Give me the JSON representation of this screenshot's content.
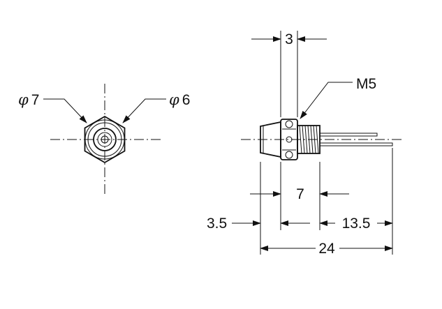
{
  "front_view": {
    "outer_diameter_symbol": "φ",
    "outer_diameter_value": "7",
    "inner_diameter_symbol": "φ",
    "inner_diameter_value": "6"
  },
  "side_view": {
    "thread_label": "M5",
    "dim_nut_thickness": "3",
    "dim_thread_length": "7",
    "dim_head_length": "3.5",
    "dim_lead_length": "13.5",
    "dim_total_length": "24"
  },
  "colors": {
    "line": "#111111",
    "background": "#ffffff"
  }
}
